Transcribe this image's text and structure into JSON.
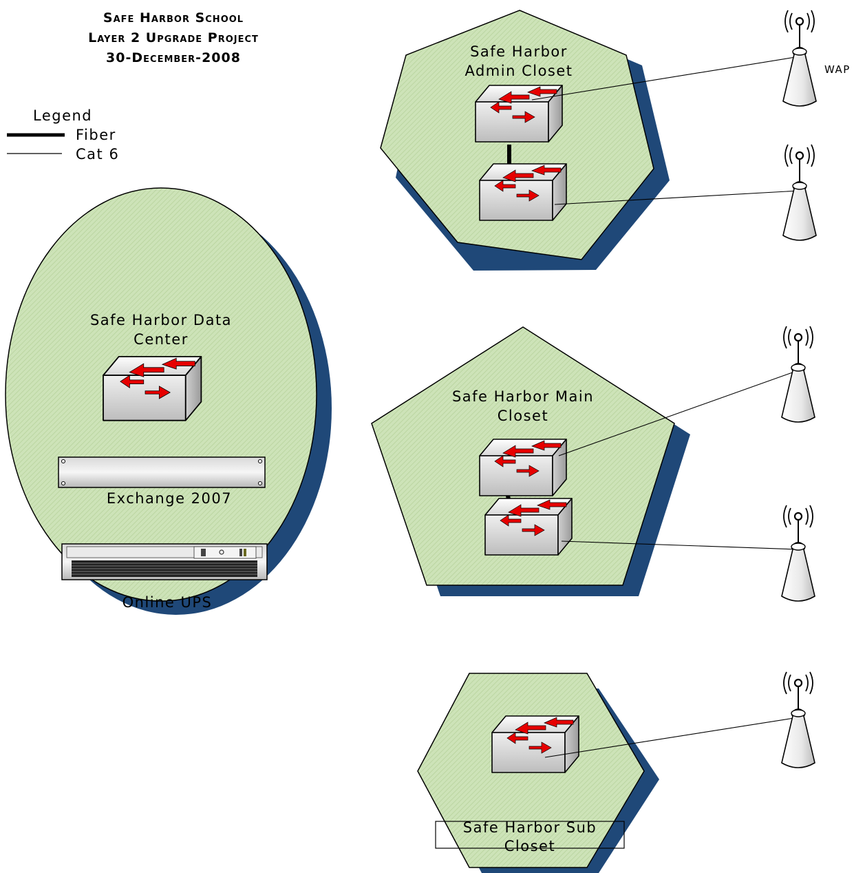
{
  "title": {
    "line1": "Safe Harbor School",
    "line2": "Layer 2 Upgrade Project",
    "line3": "30-December-2008"
  },
  "legend": {
    "heading": "Legend",
    "items": [
      {
        "label": "Fiber",
        "style": "thick"
      },
      {
        "label": "Cat 6",
        "style": "thin"
      }
    ]
  },
  "sites": {
    "admin": {
      "line1": "Safe Harbor",
      "line2": "Admin Closet"
    },
    "data_center": {
      "line1": "Safe Harbor Data",
      "line2": "Center"
    },
    "main": {
      "line1": "Safe Harbor Main",
      "line2": "Closet"
    },
    "sub": {
      "line1": "Safe Harbor Sub",
      "line2": "Closet"
    }
  },
  "devices": {
    "exchange_label": "Exchange 2007",
    "ups_label": "Online UPS",
    "wap_label": "WAP"
  },
  "colors": {
    "site_fill": "#c9dfb4",
    "site_shadow": "#1f4878",
    "switch_arrow": "#e60000",
    "line": "#000000"
  }
}
